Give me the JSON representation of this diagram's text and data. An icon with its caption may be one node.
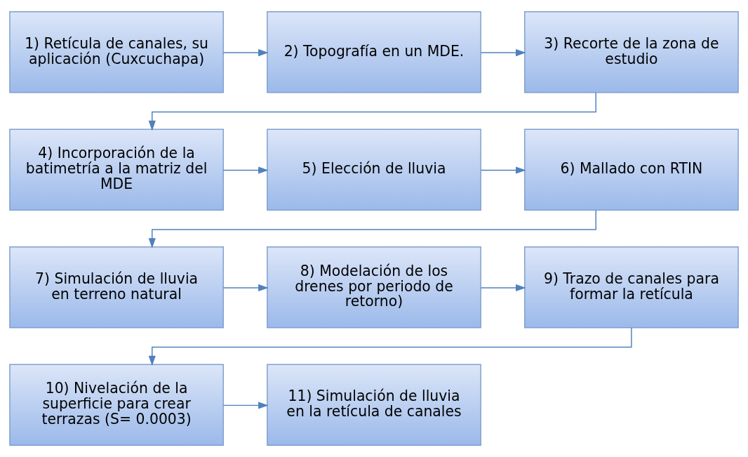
{
  "diagram": {
    "nodes": [
      {
        "text": [
          "1) Retícula de canales, su aplicación (Cuxcuchapa)"
        ]
      },
      {
        "text": [
          "2) Topografía en un MDE."
        ]
      },
      {
        "text": [
          "3) Recorte de la zona de estudio"
        ]
      },
      {
        "text": [
          "4) Incorporación de la batimetría a la matriz del MDE"
        ]
      },
      {
        "text": [
          "5) Elección de lluvia"
        ]
      },
      {
        "text": [
          "6) Mallado con RTIN"
        ]
      },
      {
        "text": [
          "7) Simulación de lluvia  en terreno natural"
        ]
      },
      {
        "text": [
          "8) Modelación de los drenes por periodo de retorno)"
        ]
      },
      {
        "text": [
          "9) Trazo de canales para formar la retícula"
        ]
      },
      {
        "text": [
          "10) Nivelación de la superficie para crear terrazas (S= 0.0003)"
        ]
      },
      {
        "text": [
          "11) Simulación de lluvia en la retícula de canales"
        ]
      }
    ],
    "edges": [
      {
        "from": 0,
        "to": 1,
        "arrow": "to"
      },
      {
        "from": 1,
        "to": 2,
        "arrow": "to"
      },
      {
        "from": 2,
        "to": 3,
        "arrow": "to"
      },
      {
        "from": 3,
        "to": 4,
        "arrow": "to"
      },
      {
        "from": 4,
        "to": 5,
        "arrow": "to"
      },
      {
        "from": 5,
        "to": 6,
        "arrow": "to"
      },
      {
        "from": 6,
        "to": 7,
        "arrow": "to"
      },
      {
        "from": 7,
        "to": 8,
        "arrow": "to"
      },
      {
        "from": 8,
        "to": 9,
        "arrow": "to"
      },
      {
        "from": 9,
        "to": 10,
        "arrow": "to"
      }
    ]
  }
}
